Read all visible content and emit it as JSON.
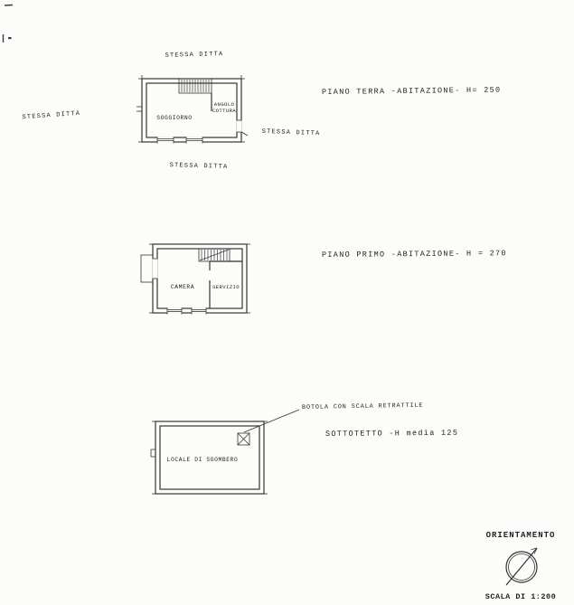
{
  "plans": {
    "ground": {
      "caption": "PIANO TERRA  -ABITAZIONE-  H= 250",
      "rooms": {
        "soggiorno": "SOGGIORNO",
        "angolo_line1": "ANGOLO",
        "angolo_line2": "COTTURA"
      },
      "neighbors": {
        "top": "STESSA DITTA",
        "left": "STESSA DITTA",
        "right": "STESSA DITTA",
        "bottom": "STESSA DITTA"
      }
    },
    "first": {
      "caption": "PIANO PRIMO -ABITAZIONE-  H = 270",
      "rooms": {
        "camera": "CAMERA",
        "servizio": "SERVIZIO"
      }
    },
    "attic": {
      "caption": "SOTTOTETTO  -H media  125",
      "annotation": "BOTOLA CON SCALA RETRATTILE",
      "rooms": {
        "locale": "LOCALE DI SGOMBERO"
      }
    }
  },
  "legend": {
    "orientation": "ORIENTAMENTO",
    "scale": "SCALA DI 1:200"
  }
}
